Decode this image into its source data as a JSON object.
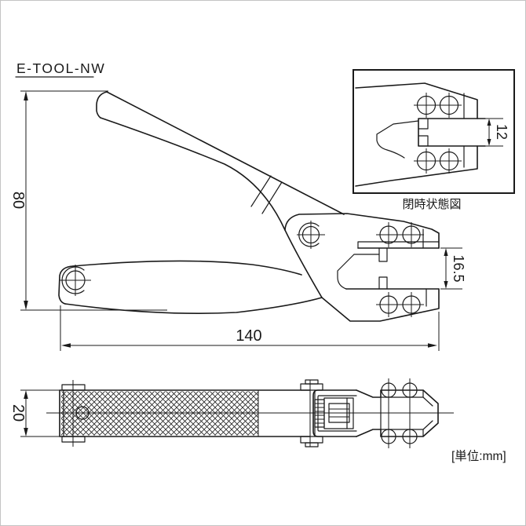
{
  "title": "E-TOOL-NW",
  "dims": {
    "height": "80",
    "length": "140",
    "thickness": "20",
    "jaw_opening": "16.5"
  },
  "inset": {
    "caption": "閉時状態図",
    "dim_closed_width": "12"
  },
  "footer": {
    "units_label": "[単位:mm]"
  },
  "colors": {
    "line": "#1a1a1a",
    "background": "#ffffff",
    "frame": "#c4c4c4"
  }
}
